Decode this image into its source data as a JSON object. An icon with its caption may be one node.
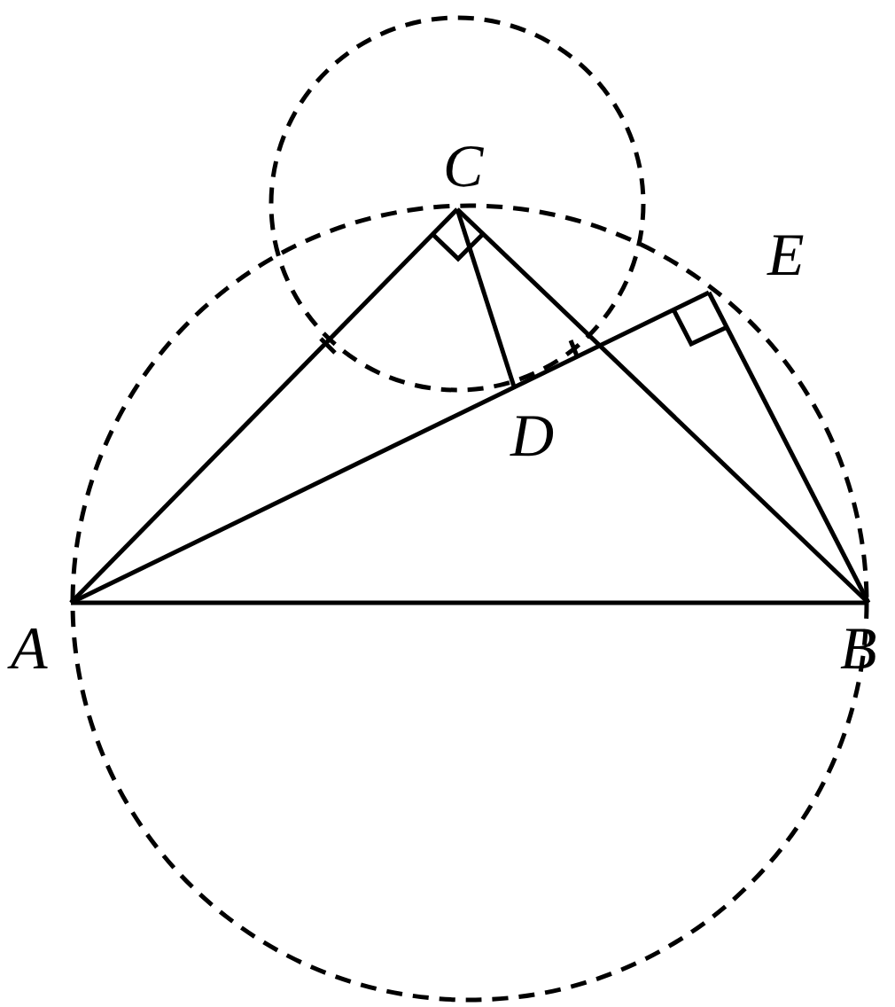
{
  "diagram": {
    "labels": [
      "C",
      "E",
      "D",
      "A",
      "B"
    ]
  }
}
